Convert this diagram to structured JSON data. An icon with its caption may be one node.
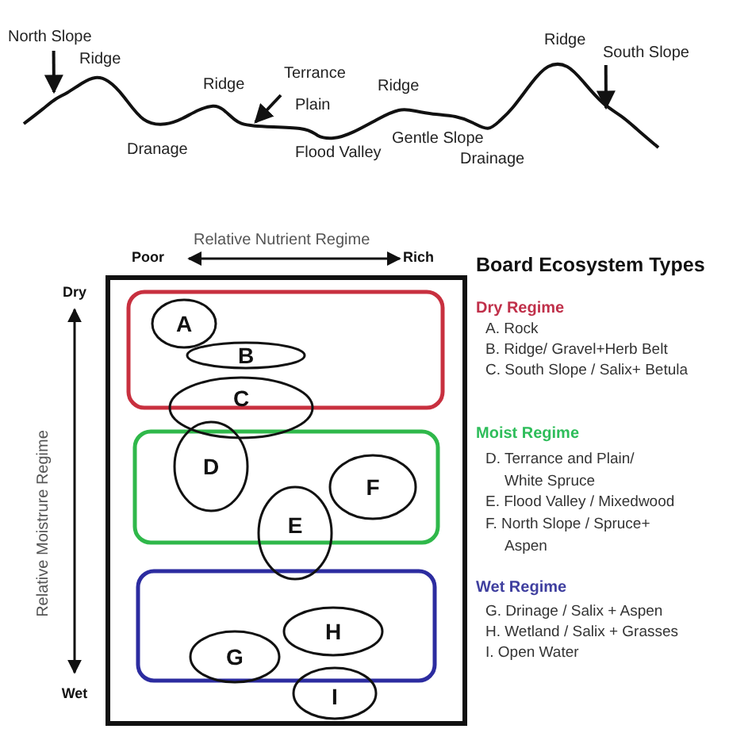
{
  "diagram": {
    "nodes": [
      {
        "text": [
          "North Slope"
        ]
      },
      {
        "text": [
          "Terrance"
        ]
      },
      {
        "text": [
          "South Slope"
        ]
      },
      {
        "text": [],
        "shape": "box"
      },
      {
        "text": [],
        "shape": "box",
        "in": 3
      },
      {
        "text": [],
        "shape": "box",
        "in": 3
      },
      {
        "text": [],
        "shape": "box",
        "in": 3
      },
      {
        "text": [
          "A"
        ],
        "in": 4
      },
      {
        "text": [
          "B"
        ],
        "in": 4
      },
      {
        "text": [
          "C"
        ],
        "in": 3
      },
      {
        "text": [
          "D"
        ],
        "in": 3
      },
      {
        "text": [
          "E"
        ],
        "in": 3
      },
      {
        "text": [
          "F"
        ],
        "in": 5
      },
      {
        "text": [
          "G"
        ],
        "in": 6
      },
      {
        "text": [
          "H"
        ],
        "in": 6
      },
      {
        "text": [
          "I"
        ],
        "in": 3
      }
    ],
    "edges": [
      {
        "from": 0,
        "to": null,
        "arrow": "to"
      },
      {
        "from": 1,
        "to": null,
        "arrow": "to"
      },
      {
        "from": 2,
        "to": null,
        "arrow": "to"
      }
    ],
    "labels": [
      "Ridge",
      "Ridge",
      "Ridge",
      "Ridge",
      "Plain",
      "Gentle Slope",
      "Dranage",
      "Flood Valley",
      "Drainage",
      "Relative Nutrient Regime",
      "Poor",
      "Rich",
      "Board Ecosystem Types",
      "Dry",
      "Dry Regime",
      "A. Rock",
      "B. Ridge/ Gravel+Herb Belt",
      "C. South Slope / Salix+ Betula",
      "Moist Regime",
      "D. Terrance and Plain/ White Spruce",
      "E. Flood Valley / Mixedwood",
      "F. North Slope / Spruce+ Aspen",
      "Wet Regime",
      "G. Drinage / Salix + Aspen",
      "H. Wetland / Salix + Grasses",
      "I. Open Water",
      "Relative Moistrure Regime",
      "Wet"
    ]
  }
}
